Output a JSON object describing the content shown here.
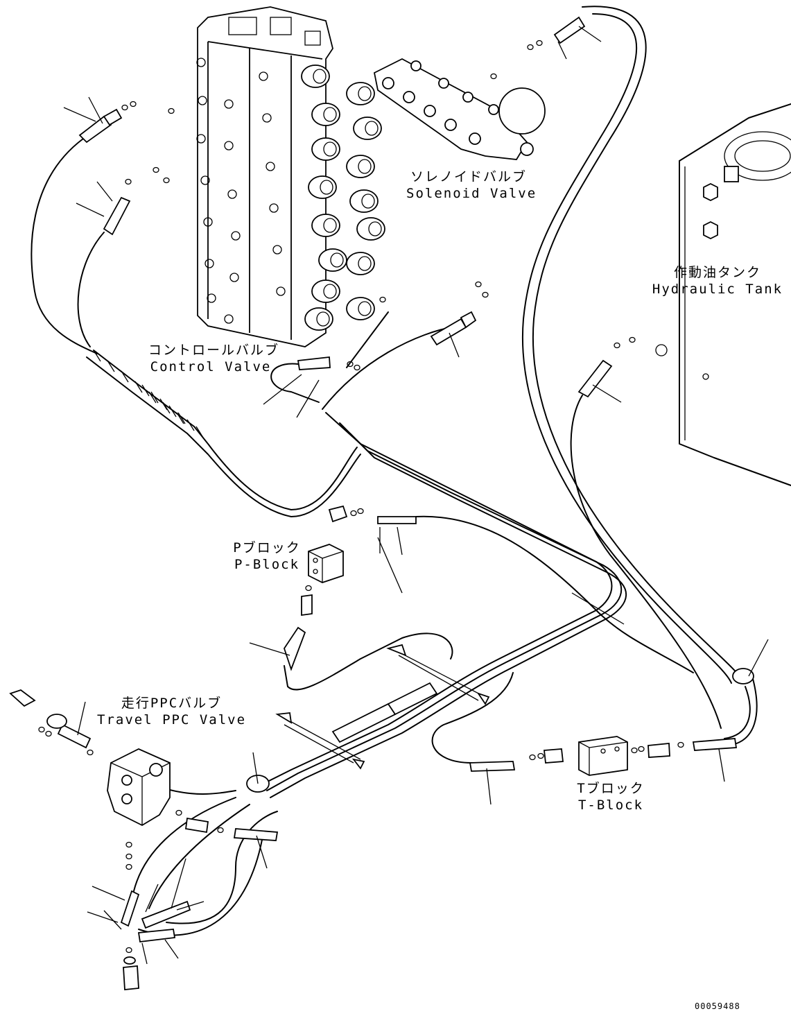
{
  "labels": {
    "solenoid_valve": {
      "jp": "ソレノイドバルブ",
      "en": "Solenoid Valve"
    },
    "hydraulic_tank": {
      "jp": "作動油タンク",
      "en": "Hydraulic Tank"
    },
    "control_valve": {
      "jp": "コントロールバルブ",
      "en": "Control Valve"
    },
    "p_block": {
      "jp": "Pブロック",
      "en": "P-Block"
    },
    "travel_ppc_valve": {
      "jp": "走行PPCバルブ",
      "en": "Travel PPC Valve"
    },
    "t_block": {
      "jp": "Tブロック",
      "en": "T-Block"
    }
  },
  "document_number": "00059488"
}
